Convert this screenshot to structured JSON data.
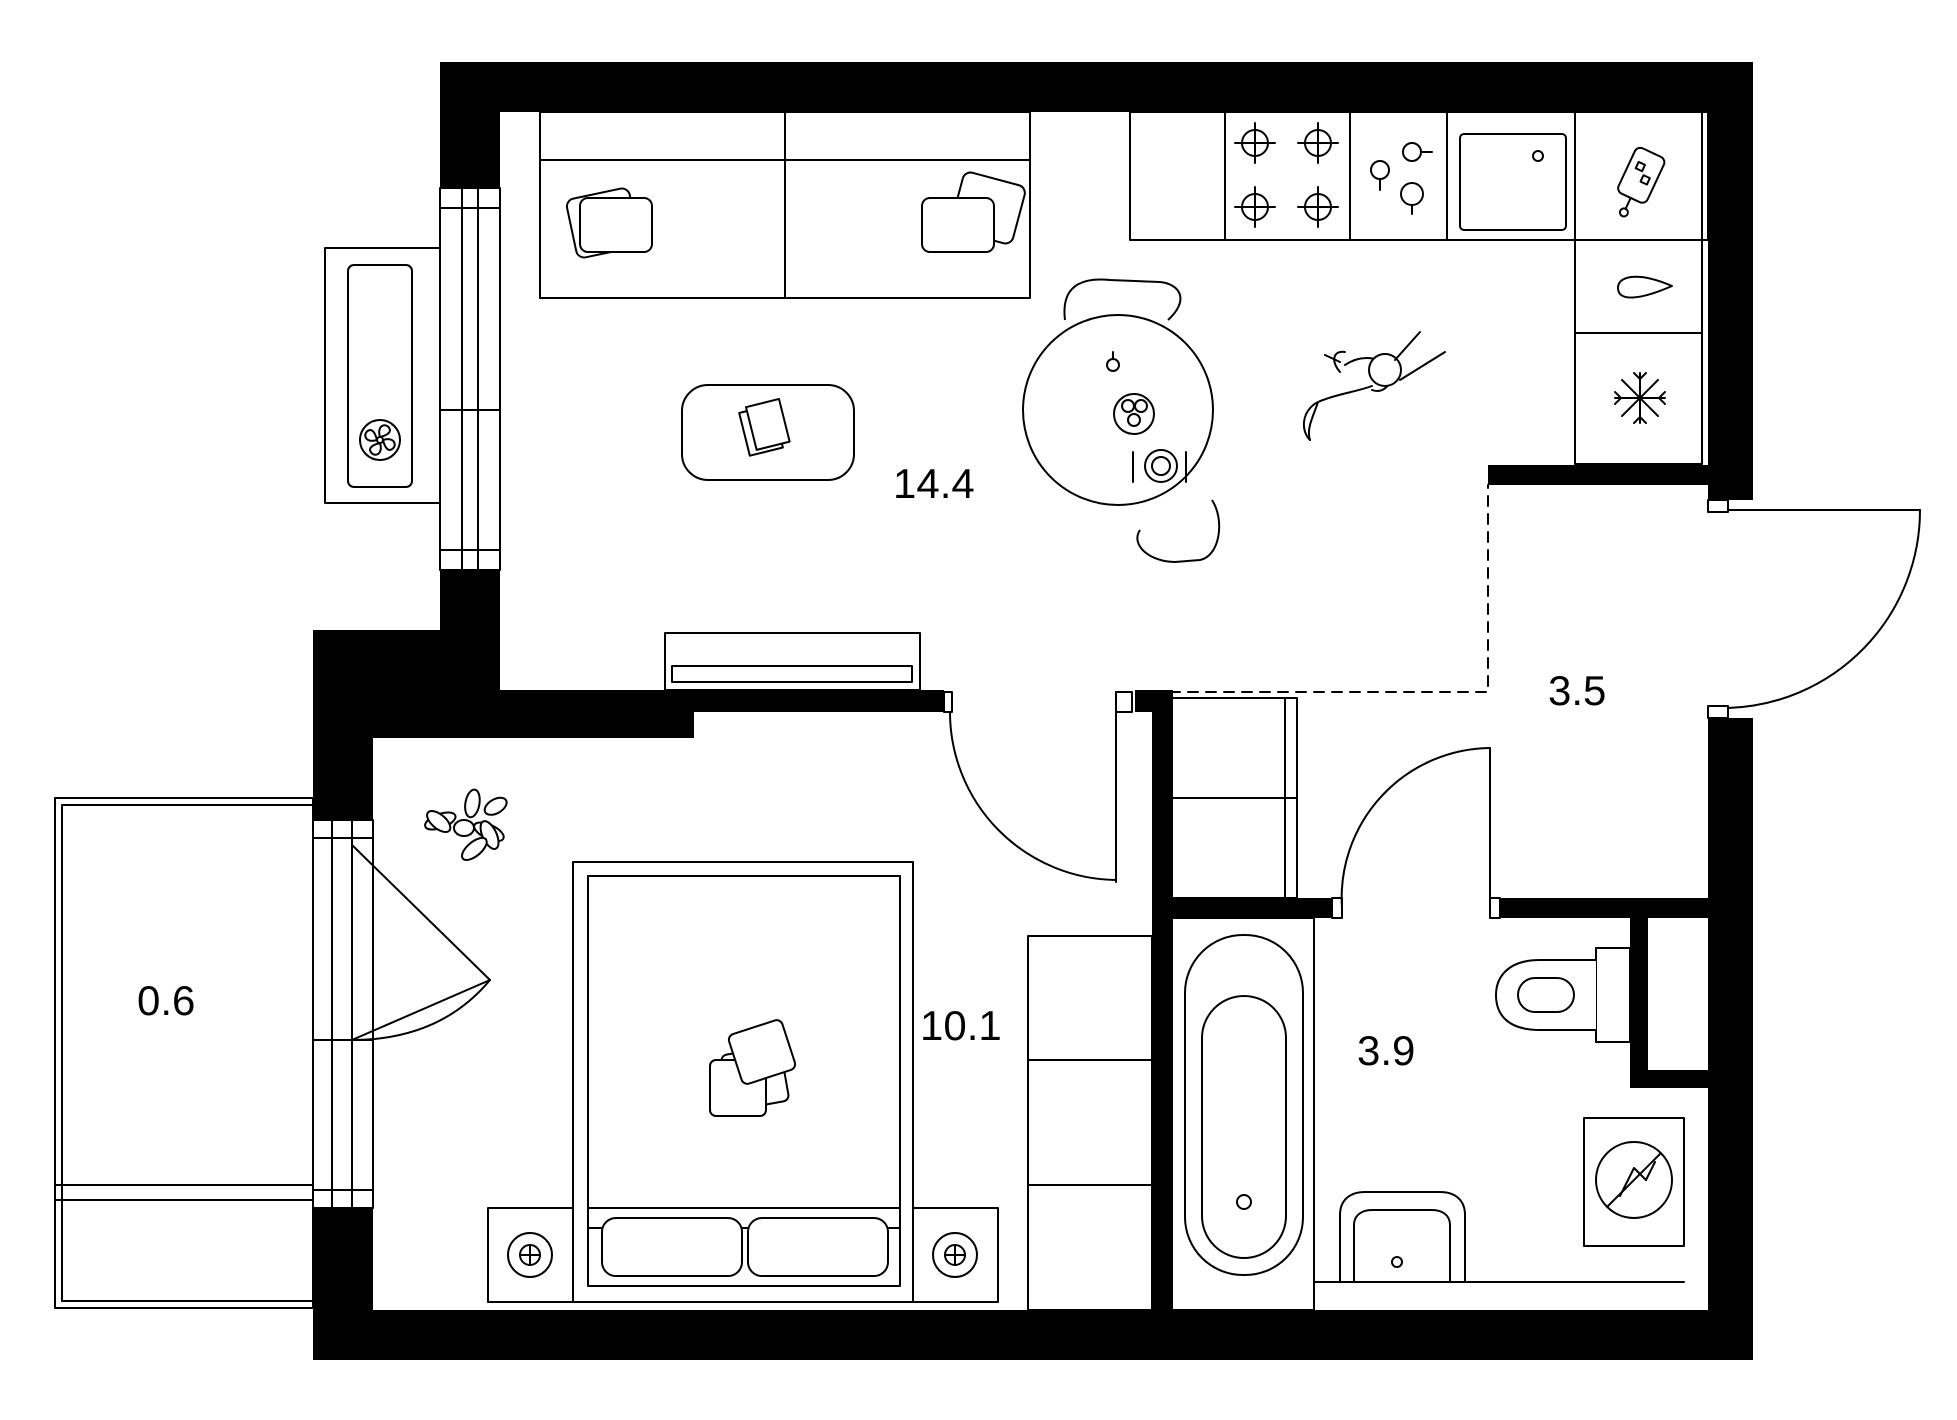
{
  "rooms": [
    {
      "id": "living-kitchen",
      "area": "14.4"
    },
    {
      "id": "hallway",
      "area": "3.5"
    },
    {
      "id": "balcony",
      "area": "0.6"
    },
    {
      "id": "bedroom",
      "area": "10.1"
    },
    {
      "id": "bathroom",
      "area": "3.9"
    }
  ],
  "colors": {
    "wall": "#000000",
    "background": "#ffffff",
    "line": "#000000"
  }
}
